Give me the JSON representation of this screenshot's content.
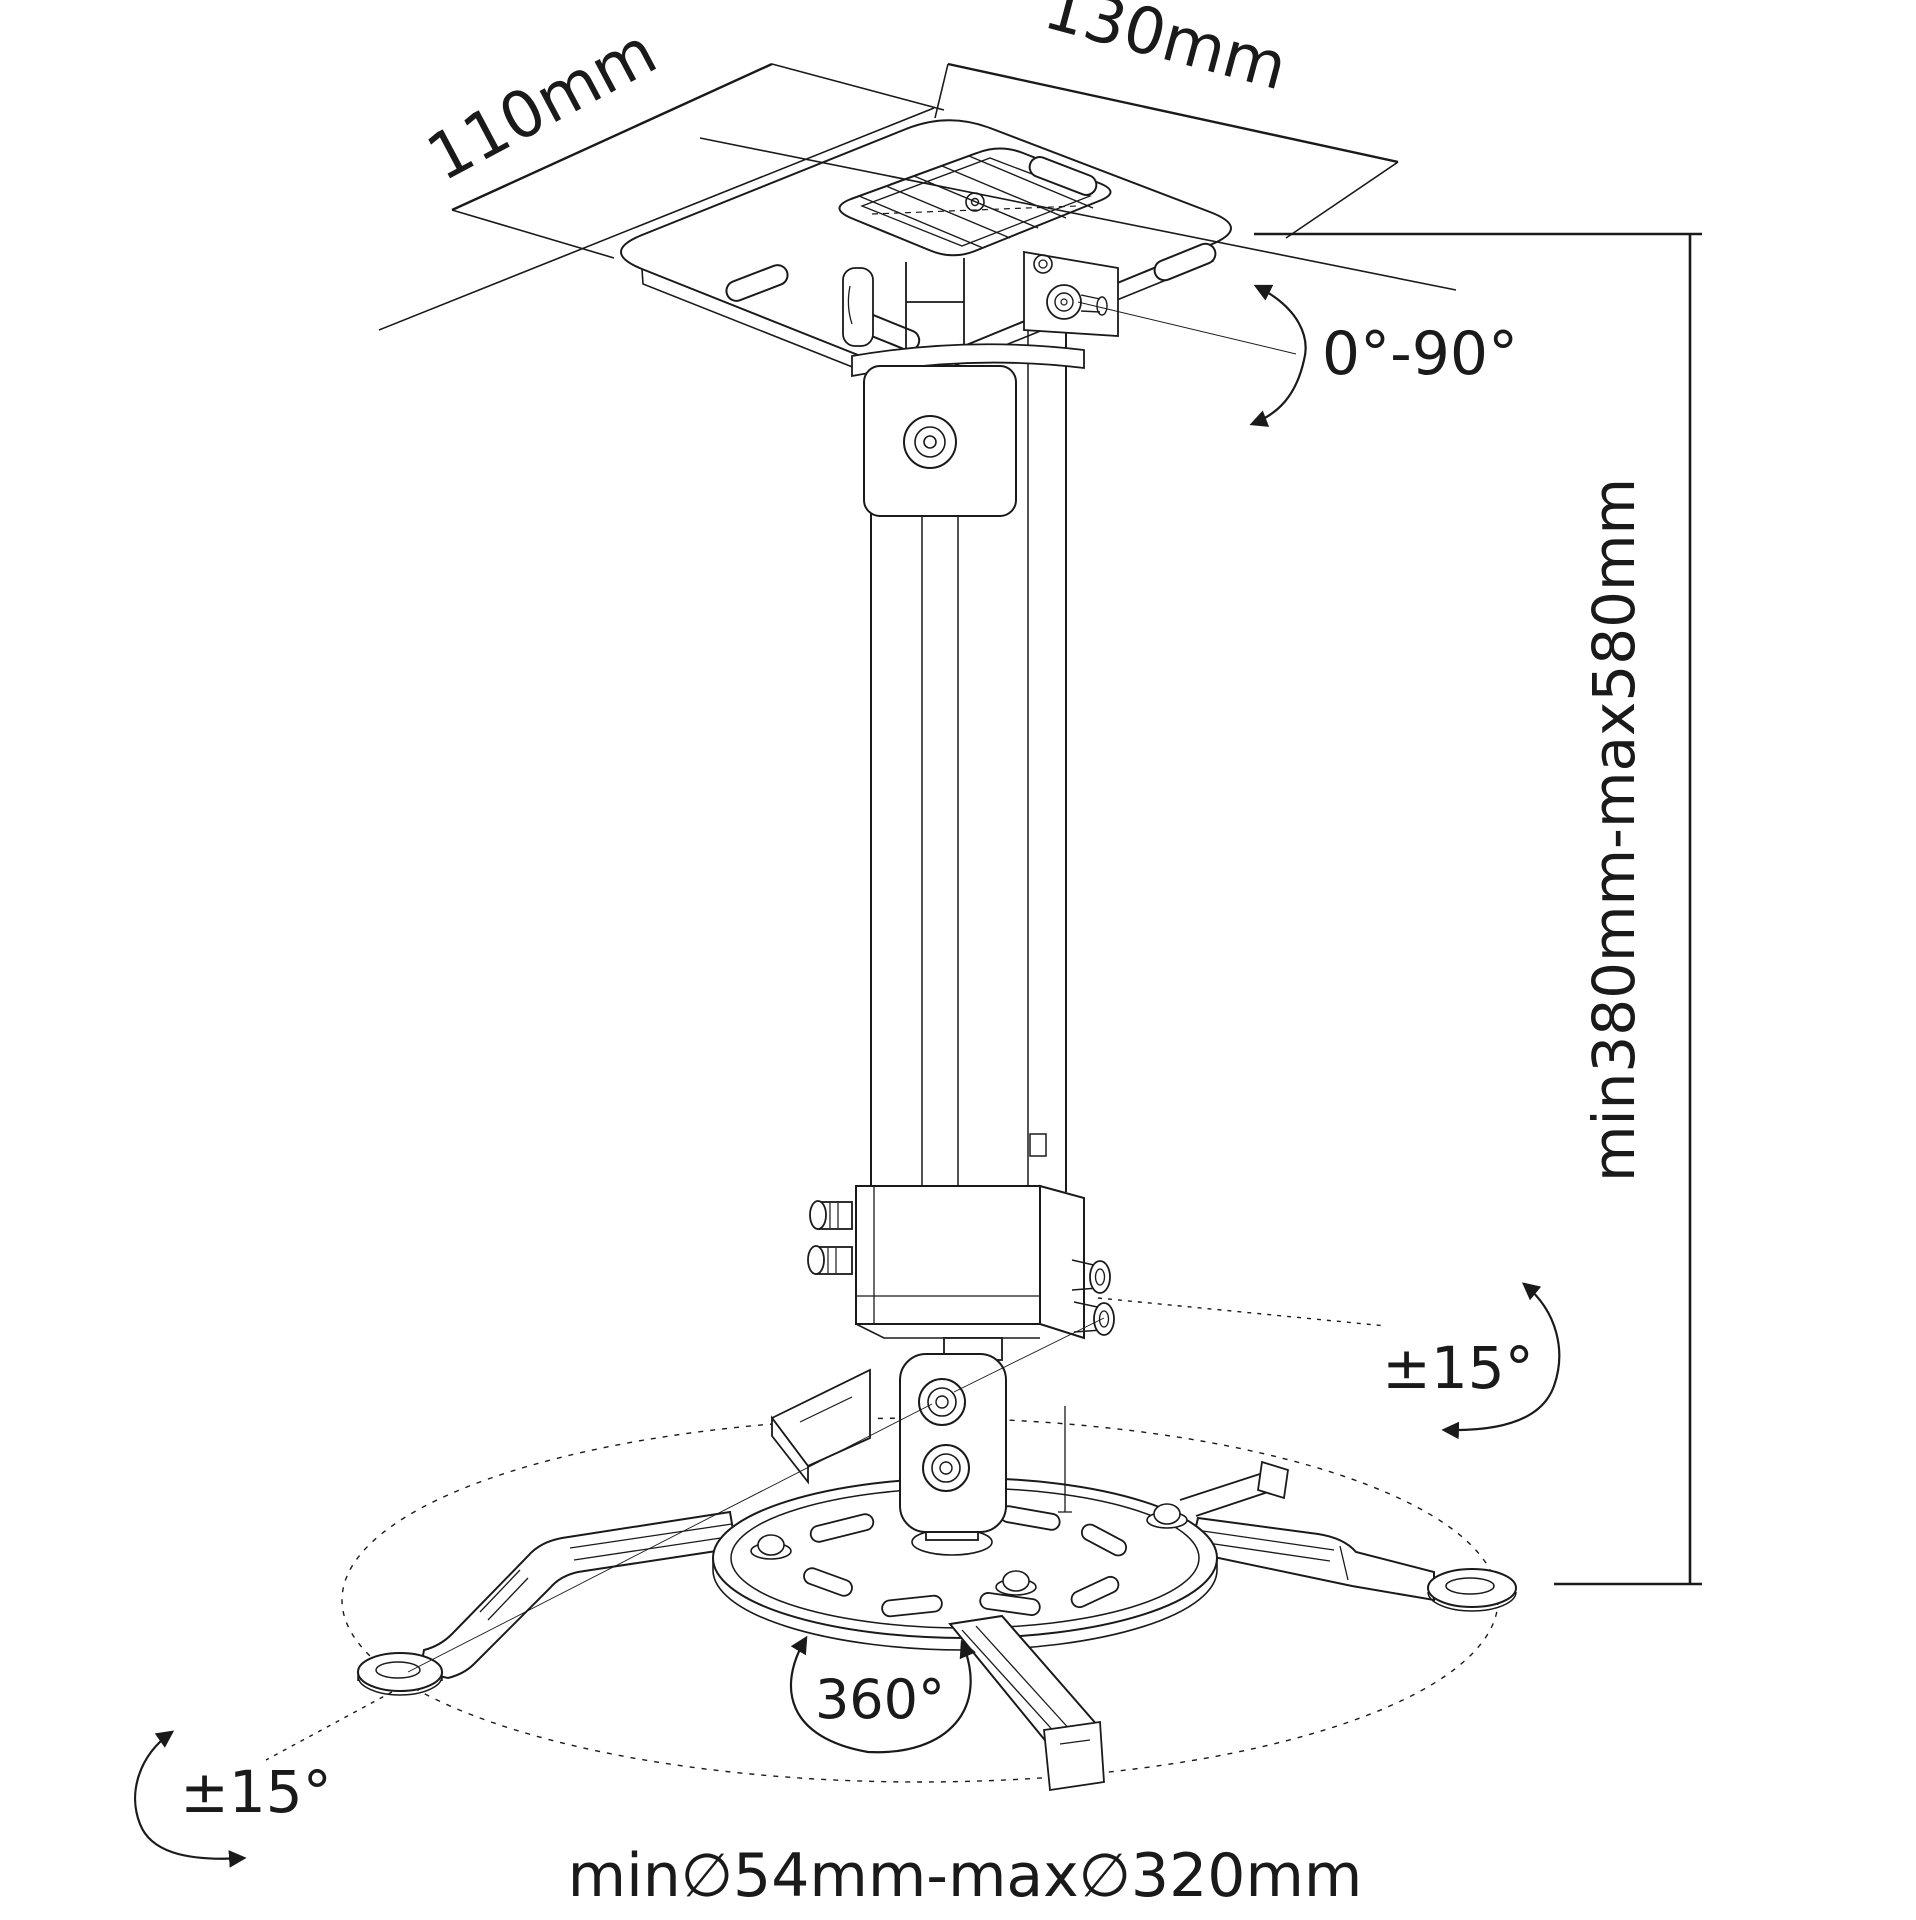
{
  "figure": {
    "type": "technical-diagram",
    "subject": "projector ceiling mount bracket with dimensions",
    "background_color": "#ffffff",
    "line_color": "#1a1a1a",
    "labels": {
      "plate_depth": "110mm",
      "plate_width": "130mm",
      "tilt_range": "0°-90°",
      "height_range": "min380mm-max580mm",
      "swivel_upper": "±15°",
      "swivel_lower": "±15°",
      "rotation": "360°",
      "base_diameter_range": "min∅54mm-max∅320mm"
    }
  }
}
